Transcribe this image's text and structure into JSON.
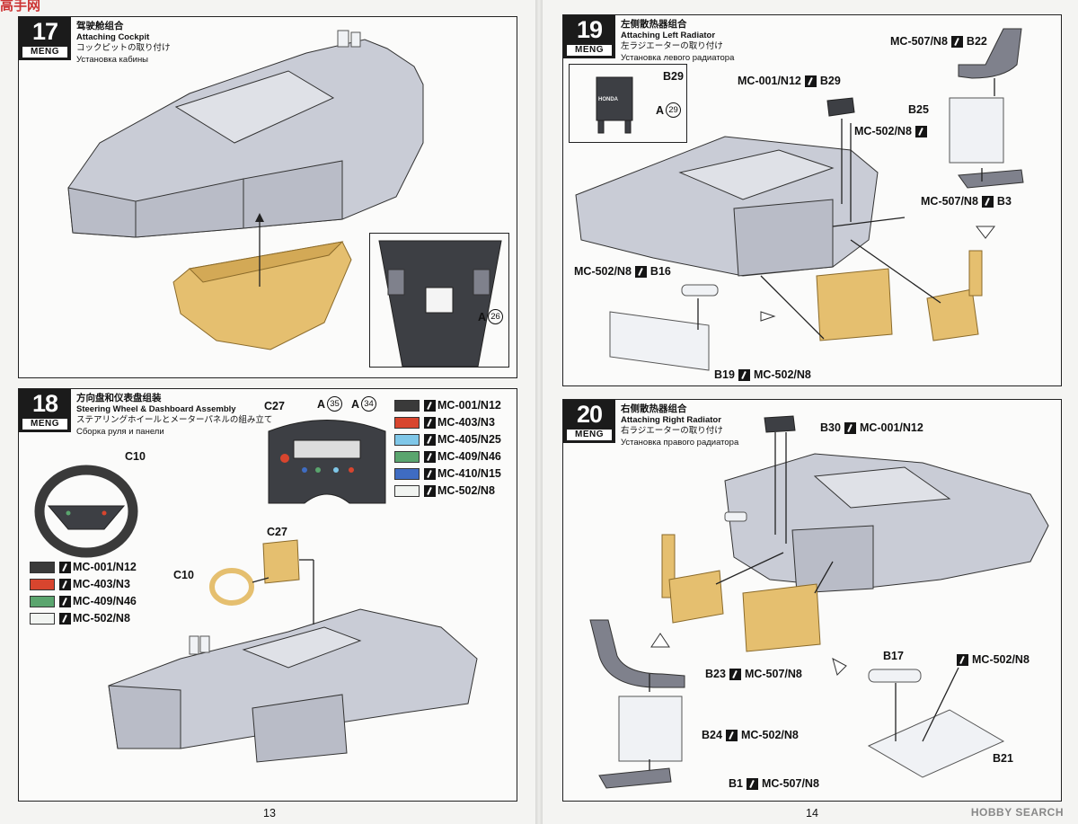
{
  "watermark_top": "高手网",
  "watermark_bottom": "HOBBY SEARCH",
  "page_numbers": {
    "left": "13",
    "right": "14"
  },
  "brand": "MENG",
  "steps": [
    {
      "num": "17",
      "cn": "驾驶舱组合",
      "en": "Attaching Cockpit",
      "jp": "コックピットの取り付け",
      "ru": "Установка кабины"
    },
    {
      "num": "18",
      "cn": "方向盘和仪表盘组装",
      "en": "Steering Wheel & Dashboard Assembly",
      "jp": "ステアリングホイールとメーターパネルの組み立て",
      "ru": "Сборка руля и панели"
    },
    {
      "num": "19",
      "cn": "左侧散热器组合",
      "en": "Attaching Left Radiator",
      "jp": "左ラジエーターの取り付け",
      "ru": "Установка левого радиатора"
    },
    {
      "num": "20",
      "cn": "右侧散热器组合",
      "en": "Attaching Right Radiator",
      "jp": "右ラジエーターの取り付け",
      "ru": "Установка правого радиатора"
    }
  ],
  "step17": {
    "a26": "A",
    "a26_num": "26"
  },
  "step18": {
    "c10": "C10",
    "c27": "C27",
    "c10_b": "C10",
    "c27_b": "C27",
    "a35": "A",
    "a35_num": "35",
    "a34": "A",
    "a34_num": "34",
    "palette_right": [
      {
        "code": "MC-001/N12",
        "color": "#3a3a3a"
      },
      {
        "code": "MC-403/N3",
        "color": "#d8452e"
      },
      {
        "code": "MC-405/N25",
        "color": "#7fc7e8"
      },
      {
        "code": "MC-409/N46",
        "color": "#5aa56e"
      },
      {
        "code": "MC-410/N15",
        "color": "#3f6cc2"
      },
      {
        "code": "MC-502/N8",
        "color": "#f1f4f1"
      }
    ],
    "palette_left": [
      {
        "code": "MC-001/N12",
        "color": "#3a3a3a"
      },
      {
        "code": "MC-403/N3",
        "color": "#d8452e"
      },
      {
        "code": "MC-409/N46",
        "color": "#5aa56e"
      },
      {
        "code": "MC-502/N8",
        "color": "#f1f4f1"
      }
    ]
  },
  "step19": {
    "b29": "B29",
    "honda": "HONDA",
    "a29": "A",
    "a29_num": "29",
    "b29_part": "B29",
    "b29_paint": "MC-001/N12",
    "b22": "B22",
    "b22_paint": "MC-507/N8",
    "b25": "B25",
    "b25_paint": "MC-502/N8",
    "b3": "B3",
    "b3_paint": "MC-507/N8",
    "b16": "B16",
    "b16_paint": "MC-502/N8",
    "b19": "B19",
    "b19_paint": "MC-502/N8"
  },
  "step20": {
    "b30": "B30",
    "b30_paint": "MC-001/N12",
    "b23": "B23",
    "b23_paint": "MC-507/N8",
    "b24": "B24",
    "b24_paint": "MC-502/N8",
    "b1": "B1",
    "b1_paint": "MC-507/N8",
    "b17": "B17",
    "b17_paint": "MC-502/N8",
    "b21": "B21"
  },
  "colors": {
    "hull": "#c9ccd6",
    "tan": "#e5bf6f",
    "dark": "#3d3f44",
    "tube": "#7f818c"
  }
}
